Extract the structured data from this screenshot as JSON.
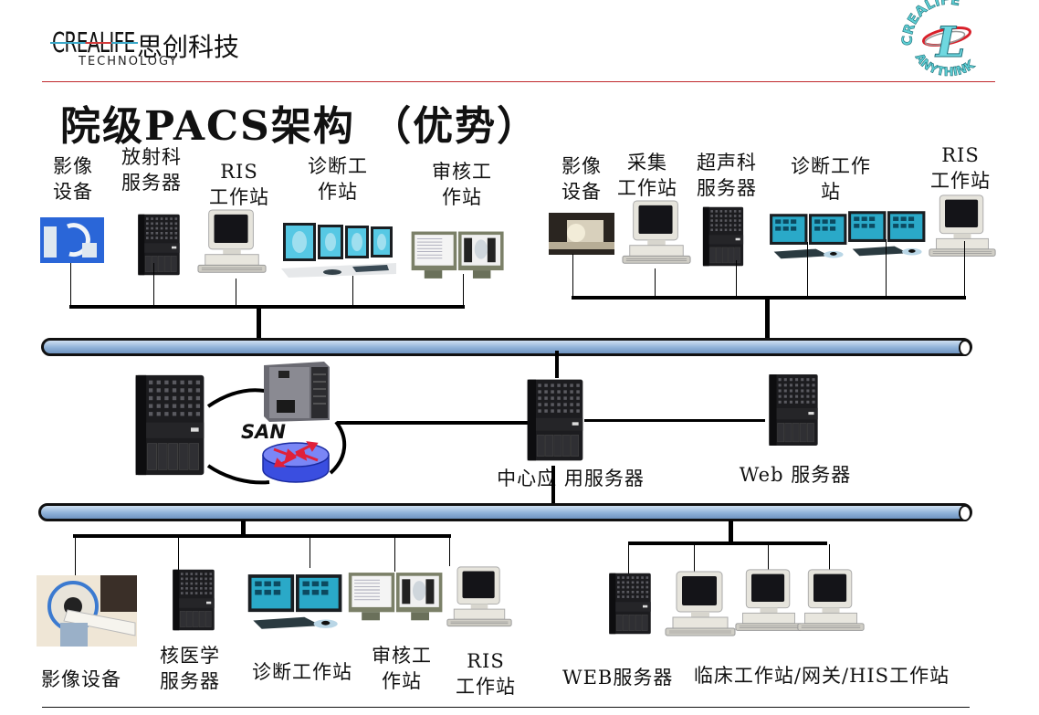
{
  "header": {
    "logo_brand": "CREALIFE",
    "logo_cn": "思创科技",
    "logo_sub": "TECHNOLOGY",
    "right_logo": {
      "top_text": "CREALIFE",
      "bottom_text": "ANYTHINK",
      "letter": "L"
    },
    "rule_color": "#c0282d"
  },
  "title": "院级PACS架构 （优势）",
  "top_left_group": {
    "devices": [
      {
        "label": "影像\n设备",
        "icon": "imaging-device-icon"
      },
      {
        "label": "放射科\n服务器",
        "icon": "server-icon"
      },
      {
        "label": "RIS\n工作站",
        "icon": "workstation-icon"
      },
      {
        "label": "诊断工\n作站",
        "icon": "diagnostic-workstation-icon"
      },
      {
        "label": "审核工\n作站",
        "icon": "review-workstation-icon"
      }
    ]
  },
  "top_right_group": {
    "devices": [
      {
        "label": "影像\n设备",
        "icon": "imaging-device-icon"
      },
      {
        "label": "采集\n工作站",
        "icon": "workstation-icon"
      },
      {
        "label": "超声科\n服务器",
        "icon": "server-icon"
      },
      {
        "label": "诊断工作\n站",
        "icon": "diagnostic-workstation-icon"
      },
      {
        "label": "RIS\n工作站",
        "icon": "workstation-icon"
      }
    ]
  },
  "core": {
    "san_label": "SAN",
    "central_server_label": "中心应 用服务器",
    "web_server_label": "Web 服务器"
  },
  "bottom_left_group": {
    "devices": [
      {
        "label": "影像设备",
        "icon": "ct-scanner-icon"
      },
      {
        "label": "核医学\n服务器",
        "icon": "server-icon"
      },
      {
        "label": "诊断工作站",
        "icon": "diagnostic-workstation-icon"
      },
      {
        "label": "审核工\n作站",
        "icon": "review-workstation-icon"
      },
      {
        "label": "RIS\n工作站",
        "icon": "workstation-icon"
      }
    ]
  },
  "bottom_right_group": {
    "web_server_label": "WEB服务器",
    "clinical_label": "临床工作站/网关/HIS工作站"
  },
  "colors": {
    "bus_fill": "#8fb2d8",
    "bus_outline": "#111111",
    "router_fill": "#4a5cf0",
    "router_arrows": "#e0203a"
  }
}
